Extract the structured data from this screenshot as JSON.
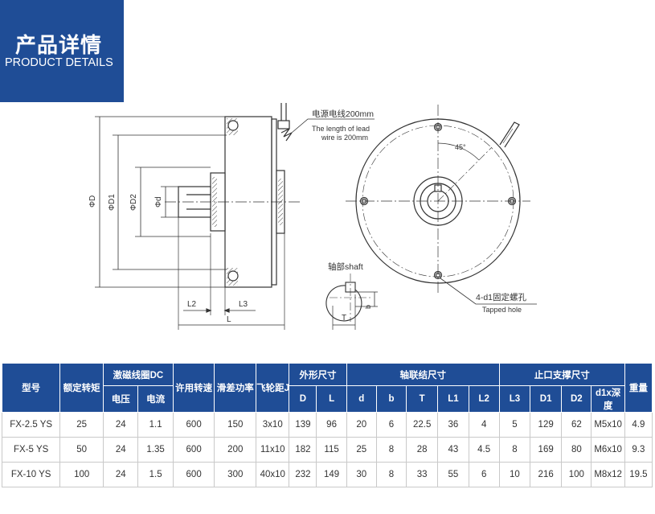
{
  "header": {
    "title_cn": "产品详情",
    "title_en": "PRODUCT DETAILS"
  },
  "drawing": {
    "lead_cn": "电源电线200mm",
    "lead_en_line1": "The length of lead",
    "lead_en_line2": "wire is 200mm",
    "angle": "45°",
    "shaft_label": "轴部shaft",
    "hole_cn": "4-d1固定螺孔",
    "hole_en": "Tapped hole",
    "dim_D": "ΦD",
    "dim_D1": "ΦD1",
    "dim_D2": "ΦD2",
    "dim_d": "Φd",
    "dim_L2": "L2",
    "dim_L3": "L3",
    "dim_L": "L",
    "dim_T": "T",
    "dim_b": "b"
  },
  "table": {
    "group_headers": {
      "model": "型号",
      "torque": "额定转矩",
      "coil": "激磁线圈DC",
      "speed": "许用转速",
      "slip": "滑差功率",
      "flywheel": "飞轮距J",
      "outline": "外形尺寸",
      "shaft": "轴联结尺寸",
      "spigot": "止口支撑尺寸",
      "weight": "重量"
    },
    "sub_headers": {
      "voltage": "电压",
      "current": "电流",
      "D": "D",
      "L": "L",
      "d": "d",
      "b": "b",
      "T": "T",
      "L1": "L1",
      "L2": "L2",
      "L3": "L3",
      "D1": "D1",
      "D2": "D2",
      "d1x": "d1x深度"
    },
    "rows": [
      [
        "FX-2.5 YS",
        "25",
        "24",
        "1.1",
        "600",
        "150",
        "3x10",
        "139",
        "96",
        "20",
        "6",
        "22.5",
        "36",
        "4",
        "5",
        "129",
        "62",
        "M5x10",
        "4.9"
      ],
      [
        "FX-5 YS",
        "50",
        "24",
        "1.35",
        "600",
        "200",
        "11x10",
        "182",
        "115",
        "25",
        "8",
        "28",
        "43",
        "4.5",
        "8",
        "169",
        "80",
        "M6x10",
        "9.3"
      ],
      [
        "FX-10 YS",
        "100",
        "24",
        "1.5",
        "600",
        "300",
        "40x10",
        "232",
        "149",
        "30",
        "8",
        "33",
        "55",
        "6",
        "10",
        "216",
        "100",
        "M8x12",
        "19.5"
      ]
    ]
  }
}
